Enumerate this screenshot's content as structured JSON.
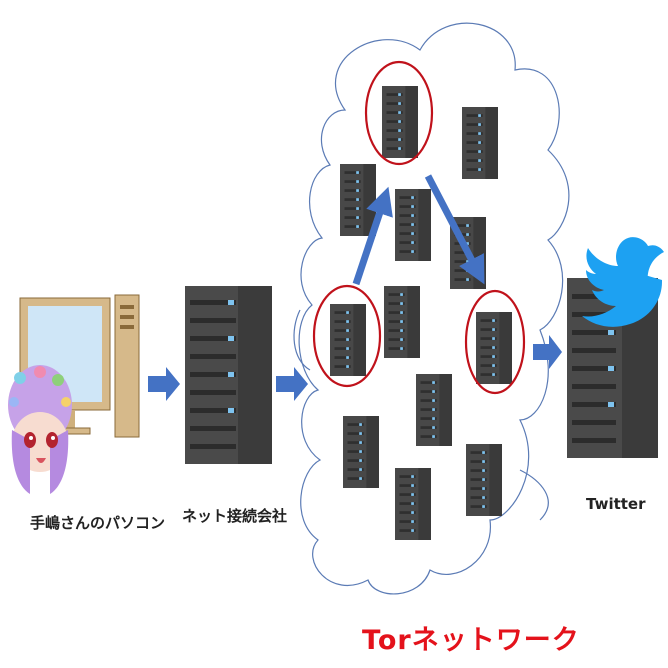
{
  "labels": {
    "pc": "手嶋さんのパソコン",
    "isp": "ネット接続会社",
    "twitter": "Twitter",
    "tor_network": "Torネットワーク"
  },
  "icons": {
    "pc": "desktop-computer-icon",
    "character": "anime-girl-avatar-icon",
    "isp_server": "server-rack-icon",
    "twitter": "twitter-bird-icon"
  },
  "colors": {
    "arrow": "#4472c4",
    "highlight_ring": "#c0121b",
    "tor_label": "#e4121b",
    "cloud_outline": "#5b7bb5",
    "twitter_bird": "#1da1f2",
    "server_body": "#4a4a4a",
    "server_led": "#6fb7e8"
  }
}
